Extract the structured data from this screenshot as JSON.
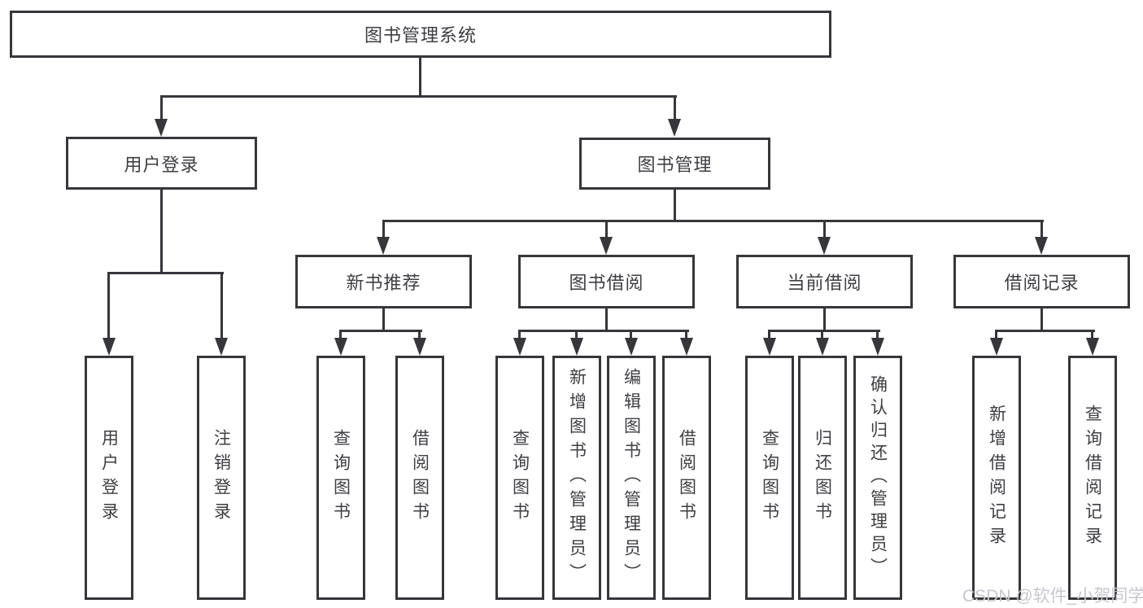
{
  "diagram": {
    "root": {
      "label": "图书管理系统"
    },
    "level2": [
      {
        "label": "用户登录"
      },
      {
        "label": "图书管理"
      }
    ],
    "level3": [
      {
        "label": "新书推荐"
      },
      {
        "label": "图书借阅"
      },
      {
        "label": "当前借阅"
      },
      {
        "label": "借阅记录"
      }
    ],
    "leaves": {
      "user_login": [
        "用户登录",
        "注销登录"
      ],
      "new_books": [
        "查询图书",
        "借阅图书"
      ],
      "book_borrow": [
        "查询图书",
        "新增图书（管理员）",
        "编辑图书（管理员）",
        "借阅图书"
      ],
      "current_borrow": [
        "查询图书",
        "归还图书",
        "确认归还（管理员）"
      ],
      "borrow_records": [
        "新增借阅记录",
        "查询借阅记录"
      ]
    }
  },
  "watermark": {
    "text": "CSDN @软件_小贺同学"
  },
  "theme": {
    "line": "#36363b",
    "text": "#3e3e44",
    "watermark": "#c7c7cf",
    "background": "#ffffff"
  }
}
